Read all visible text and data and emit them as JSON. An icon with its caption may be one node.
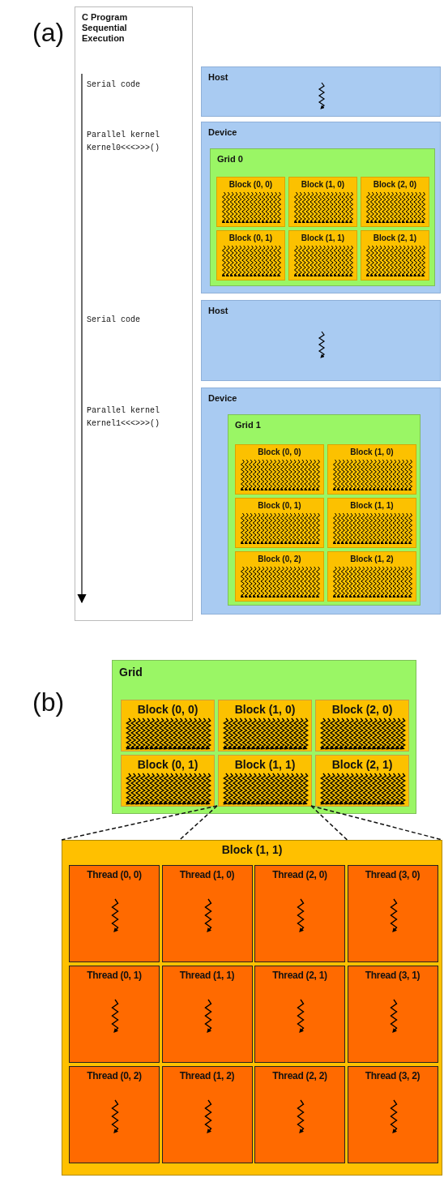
{
  "diagram": {
    "nodes": [
      {
        "text": [
          "C Program Sequential Execution",
          "Serial code",
          "Parallel kernel Kernel0<<<>>>()",
          "Serial code",
          "Parallel kernel Kernel1<<<>>>()"
        ]
      },
      {
        "text": [
          "Host"
        ]
      },
      {
        "text": [
          "Device"
        ]
      },
      {
        "text": [
          "Grid 0"
        ],
        "in": 2
      },
      {
        "text": [
          "Block (0, 0)"
        ],
        "in": 3
      },
      {
        "text": [
          "Block (1, 0)"
        ],
        "in": 3
      },
      {
        "text": [
          "Block (2, 0)"
        ],
        "in": 3
      },
      {
        "text": [
          "Block (0, 1)"
        ],
        "in": 3
      },
      {
        "text": [
          "Block (1, 1)"
        ],
        "in": 3
      },
      {
        "text": [
          "Block (2, 1)"
        ],
        "in": 3
      },
      {
        "text": [
          "Host"
        ]
      },
      {
        "text": [
          "Device"
        ]
      },
      {
        "text": [
          "Grid 1"
        ],
        "in": 11
      },
      {
        "text": [
          "Block (0, 0)"
        ],
        "in": 12
      },
      {
        "text": [
          "Block (1, 0)"
        ],
        "in": 12
      },
      {
        "text": [
          "Block (0, 1)"
        ],
        "in": 12
      },
      {
        "text": [
          "Block (1, 1)"
        ],
        "in": 12
      },
      {
        "text": [
          "Block (0, 2)"
        ],
        "in": 12
      },
      {
        "text": [
          "Block (1, 2)"
        ],
        "in": 12
      },
      {
        "text": [
          "Grid"
        ]
      },
      {
        "text": [
          "Block (0, 0)"
        ],
        "in": 19
      },
      {
        "text": [
          "Block (1, 0)"
        ],
        "in": 19
      },
      {
        "text": [
          "Block (2, 0)"
        ],
        "in": 19
      },
      {
        "text": [
          "Block (0, 1)"
        ],
        "in": 19
      },
      {
        "text": [
          "Block (1, 1)"
        ],
        "in": 19
      },
      {
        "text": [
          "Block (2, 1)"
        ],
        "in": 19
      },
      {
        "text": [
          "Block (1, 1)"
        ]
      },
      {
        "text": [
          "Thread (0, 0)"
        ],
        "in": 26
      },
      {
        "text": [
          "Thread (1, 0)"
        ],
        "in": 26
      },
      {
        "text": [
          "Thread (2, 0)"
        ],
        "in": 26
      },
      {
        "text": [
          "Thread (3, 0)"
        ],
        "in": 26
      },
      {
        "text": [
          "Thread (0, 1)"
        ],
        "in": 26
      },
      {
        "text": [
          "Thread (1, 1)"
        ],
        "in": 26
      },
      {
        "text": [
          "Thread (2, 1)"
        ],
        "in": 26
      },
      {
        "text": [
          "Thread (3, 1)"
        ],
        "in": 26
      },
      {
        "text": [
          "Thread (0, 2)"
        ],
        "in": 26
      },
      {
        "text": [
          "Thread (1, 2)"
        ],
        "in": 26
      },
      {
        "text": [
          "Thread (2, 2)"
        ],
        "in": 26
      },
      {
        "text": [
          "Thread (3, 2)"
        ],
        "in": 26
      }
    ],
    "edges": [
      {
        "from": 24,
        "to": 26,
        "arrow": "none",
        "style": "dashed"
      },
      {
        "from": 24,
        "to": 26,
        "arrow": "none",
        "style": "dashed"
      },
      {
        "from": 24,
        "to": 26,
        "arrow": "none",
        "style": "dashed"
      },
      {
        "from": 24,
        "to": 26,
        "arrow": "none",
        "style": "dashed"
      }
    ],
    "labels": [
      "(a)",
      "(b)"
    ]
  }
}
